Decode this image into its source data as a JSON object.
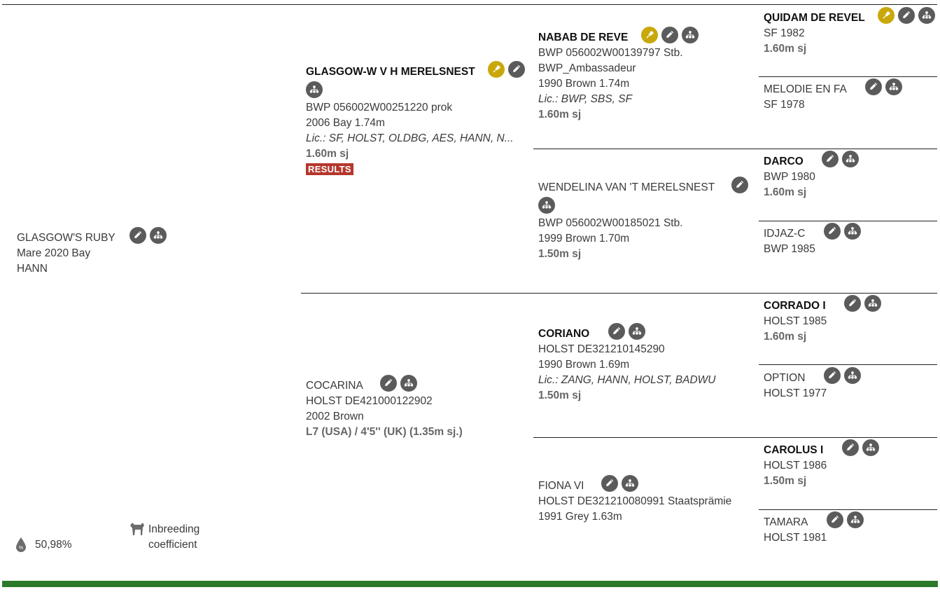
{
  "subject": {
    "name": "GLASGOW'S RUBY",
    "line2": "Mare 2020 Bay",
    "line3": "HANN"
  },
  "inbreeding": {
    "value": "50,98%",
    "label_line1": "Inbreeding",
    "label_line2": "coefficient"
  },
  "sire": {
    "name": "GLASGOW-W V H MERELSNEST",
    "reg": "BWP 056002W00251220 prok",
    "details": "2006 Bay 1.74m",
    "lic": "Lic.: SF, HOLST, OLDBG, AES, HANN, N...",
    "sj": "1.60m sj",
    "results": "RESULTS"
  },
  "dam": {
    "name": "COCARINA",
    "reg": "HOLST DE421000122902",
    "details": "2002 Brown",
    "sj": "L7 (USA) / 4'5'' (UK) (1.35m sj.)"
  },
  "sire_sire": {
    "name": "NABAB DE REVE",
    "reg": "BWP 056002W00139797 Stb.",
    "extra": "BWP_Ambassadeur",
    "details": "1990 Brown 1.74m",
    "lic": "Lic.: BWP, SBS, SF",
    "sj": "1.60m sj"
  },
  "sire_dam": {
    "name": "WENDELINA VAN 'T MERELSNEST",
    "reg": "BWP 056002W00185021 Stb.",
    "details": "1999 Brown 1.70m",
    "sj": "1.50m sj"
  },
  "dam_sire": {
    "name": "CORIANO",
    "reg": "HOLST DE321210145290",
    "details": "1990 Brown 1.69m",
    "lic": "Lic.: ZANG, HANN, HOLST, BADWU",
    "sj": "1.50m sj"
  },
  "dam_dam": {
    "name": "FIONA VI",
    "reg": "HOLST DE321210080991 Staatsprämie",
    "details": "1991 Grey 1.63m"
  },
  "gen3": [
    {
      "name": "QUIDAM DE REVEL",
      "line2": "SF 1982",
      "sj": "1.60m sj"
    },
    {
      "name": "MELODIE EN FA",
      "line2": "SF 1978",
      "sj": ""
    },
    {
      "name": "DARCO",
      "line2": "BWP 1980",
      "sj": "1.60m sj"
    },
    {
      "name": "IDJAZ-C",
      "line2": "BWP 1985",
      "sj": ""
    },
    {
      "name": "CORRADO I",
      "line2": "HOLST 1985",
      "sj": "1.60m sj"
    },
    {
      "name": "OPTION",
      "line2": "HOLST 1977",
      "sj": ""
    },
    {
      "name": "CAROLUS I",
      "line2": "HOLST 1986",
      "sj": "1.50m sj"
    },
    {
      "name": "TAMARA",
      "line2": "HOLST 1981",
      "sj": ""
    }
  ],
  "colors": {
    "gold_icon": "#c9a80b",
    "grey_icon": "#5b5b5b",
    "results_badge": "#b5372d",
    "footer_bar": "#2a7a2a"
  }
}
